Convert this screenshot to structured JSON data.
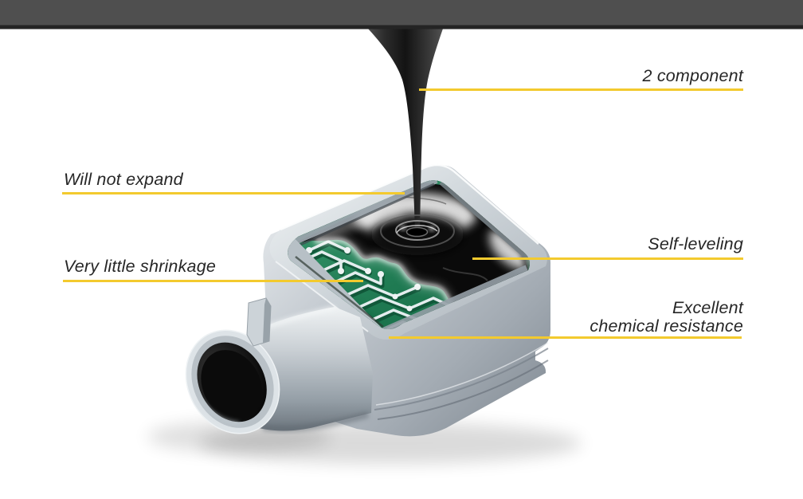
{
  "figure": {
    "type": "illustration",
    "subject": "Two-component potting compound poured into an electronic sensor housing containing a printed circuit board",
    "elements": [
      "top-bar",
      "pour-stream",
      "housing",
      "housing-rim",
      "connector-barrel",
      "pcb",
      "pcb-traces",
      "potting-liquid",
      "ripple-rings",
      "device-shadow"
    ]
  },
  "callouts": [
    {
      "id": "two-component",
      "label": "2 component",
      "side": "right"
    },
    {
      "id": "will-not-expand",
      "label": "Will not expand",
      "side": "left"
    },
    {
      "id": "self-leveling",
      "label": "Self-leveling",
      "side": "right"
    },
    {
      "id": "very-little-shrinkage",
      "label": "Very little shrinkage",
      "side": "left"
    },
    {
      "id": "excellent-chemical-resistance",
      "label": "Excellent chemical resistance",
      "label_line1": "Excellent",
      "label_line2": "chemical resistance",
      "side": "right"
    }
  ],
  "colors": {
    "background": "#FFFFFF",
    "callout_line": "#F3CA2E",
    "label_text": "#262626",
    "top_bar": "#4F4F4F",
    "top_bar_edge": "#242424",
    "pour_stream": "#242424",
    "housing_gray": "#BCC4CA",
    "pcb_green": "#1F7A52",
    "liquid_black": "#0A0A0A"
  }
}
